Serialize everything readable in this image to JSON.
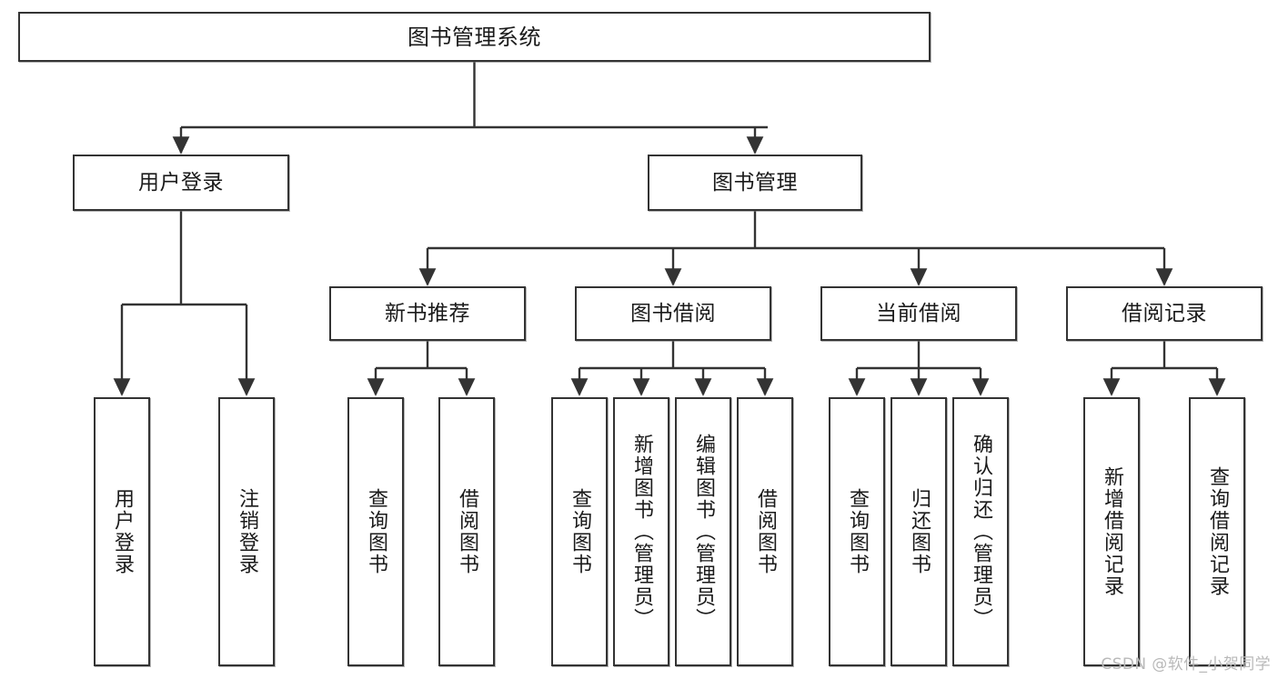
{
  "diagram": {
    "type": "tree",
    "title": "图书管理系统",
    "watermark": "CSDN @软件_小贺同学",
    "colors": {
      "box_border": "#333333",
      "box_fill": "#ffffff",
      "connector": "#333333",
      "text": "#1a1a1a",
      "watermark": "#b9b9b9",
      "background": "#ffffff"
    },
    "nodes": {
      "root": {
        "label": "图书管理系统"
      },
      "level1": [
        {
          "id": "user-login",
          "label": "用户登录"
        },
        {
          "id": "book-management",
          "label": "图书管理"
        }
      ],
      "level2": [
        {
          "id": "new-book-recommend",
          "label": "新书推荐"
        },
        {
          "id": "book-borrow",
          "label": "图书借阅"
        },
        {
          "id": "current-borrow",
          "label": "当前借阅"
        },
        {
          "id": "borrow-record",
          "label": "借阅记录"
        }
      ],
      "leaves": {
        "user-login": [
          {
            "id": "leaf-user-login",
            "label": "用户登录"
          },
          {
            "id": "leaf-logout",
            "label": "注销登录"
          }
        ],
        "new-book-recommend": [
          {
            "id": "leaf-query-book-1",
            "label": "查询图书"
          },
          {
            "id": "leaf-borrow-book-1",
            "label": "借阅图书"
          }
        ],
        "book-borrow": [
          {
            "id": "leaf-query-book-2",
            "label": "查询图书"
          },
          {
            "id": "leaf-add-book",
            "label": "新增图书（管理员）"
          },
          {
            "id": "leaf-edit-book",
            "label": "编辑图书（管理员）"
          },
          {
            "id": "leaf-borrow-book-2",
            "label": "借阅图书"
          }
        ],
        "current-borrow": [
          {
            "id": "leaf-query-book-3",
            "label": "查询图书"
          },
          {
            "id": "leaf-return-book",
            "label": "归还图书"
          },
          {
            "id": "leaf-confirm-return",
            "label": "确认归还（管理员）"
          }
        ],
        "borrow-record": [
          {
            "id": "leaf-add-record",
            "label": "新增借阅记录"
          },
          {
            "id": "leaf-query-record",
            "label": "查询借阅记录"
          }
        ]
      }
    }
  }
}
